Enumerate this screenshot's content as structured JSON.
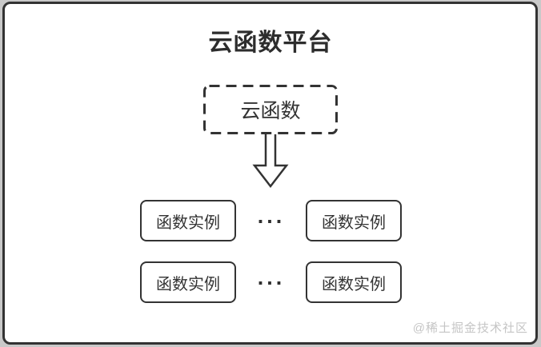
{
  "colors": {
    "ink": "#333333",
    "card_background": "#ffffff",
    "page_background": "#c9c9c9",
    "watermark_text": "#c5c5c5"
  },
  "diagram": {
    "title": "云函数平台",
    "cloud_function_label": "云函数",
    "ellipsis_row1": "...",
    "ellipsis_row2": "...",
    "instances": [
      {
        "label": "函数实例"
      },
      {
        "label": "函数实例"
      },
      {
        "label": "函数实例"
      },
      {
        "label": "函数实例"
      }
    ],
    "watermark": "@稀土掘金技术社区"
  }
}
